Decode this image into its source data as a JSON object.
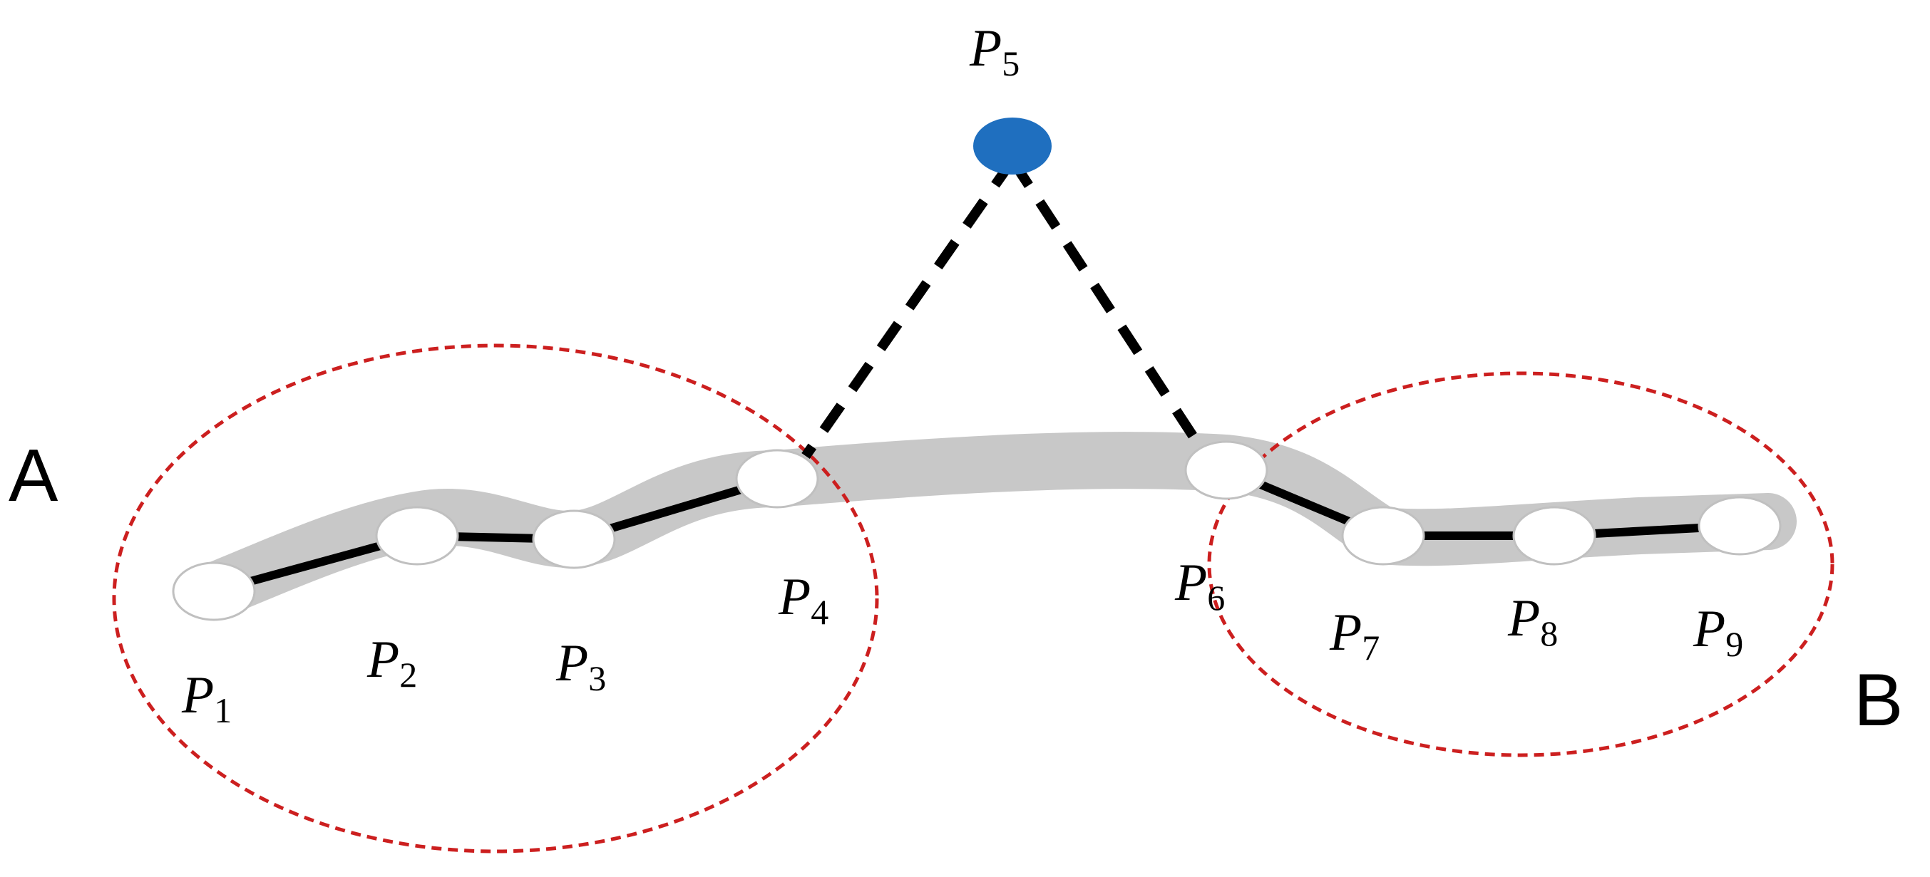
{
  "diagram": {
    "colors": {
      "background": "#ffffff",
      "band": "#c8c8c8",
      "node_fill": "#ffffff",
      "node_stroke": "#c0c0c0",
      "link": "#000000",
      "hub_node": "#1f6fbf",
      "cluster_outline": "#cc1f1f"
    },
    "clusters": [
      {
        "id": "A",
        "label": "A"
      },
      {
        "id": "B",
        "label": "B"
      }
    ],
    "points": [
      {
        "id": "P1",
        "base": "P",
        "sub": "1",
        "cluster": "A"
      },
      {
        "id": "P2",
        "base": "P",
        "sub": "2",
        "cluster": "A"
      },
      {
        "id": "P3",
        "base": "P",
        "sub": "3",
        "cluster": "A"
      },
      {
        "id": "P4",
        "base": "P",
        "sub": "4",
        "cluster": "A"
      },
      {
        "id": "P5",
        "base": "P",
        "sub": "5",
        "cluster": null
      },
      {
        "id": "P6",
        "base": "P",
        "sub": "6",
        "cluster": "B"
      },
      {
        "id": "P7",
        "base": "P",
        "sub": "7",
        "cluster": "B"
      },
      {
        "id": "P8",
        "base": "P",
        "sub": "8",
        "cluster": "B"
      },
      {
        "id": "P9",
        "base": "P",
        "sub": "9",
        "cluster": "B"
      }
    ],
    "solid_links": [
      [
        "P1",
        "P2"
      ],
      [
        "P2",
        "P3"
      ],
      [
        "P3",
        "P4"
      ],
      [
        "P6",
        "P7"
      ],
      [
        "P7",
        "P8"
      ],
      [
        "P8",
        "P9"
      ]
    ],
    "dashed_links": [
      [
        "P5",
        "P4"
      ],
      [
        "P5",
        "P6"
      ]
    ]
  }
}
